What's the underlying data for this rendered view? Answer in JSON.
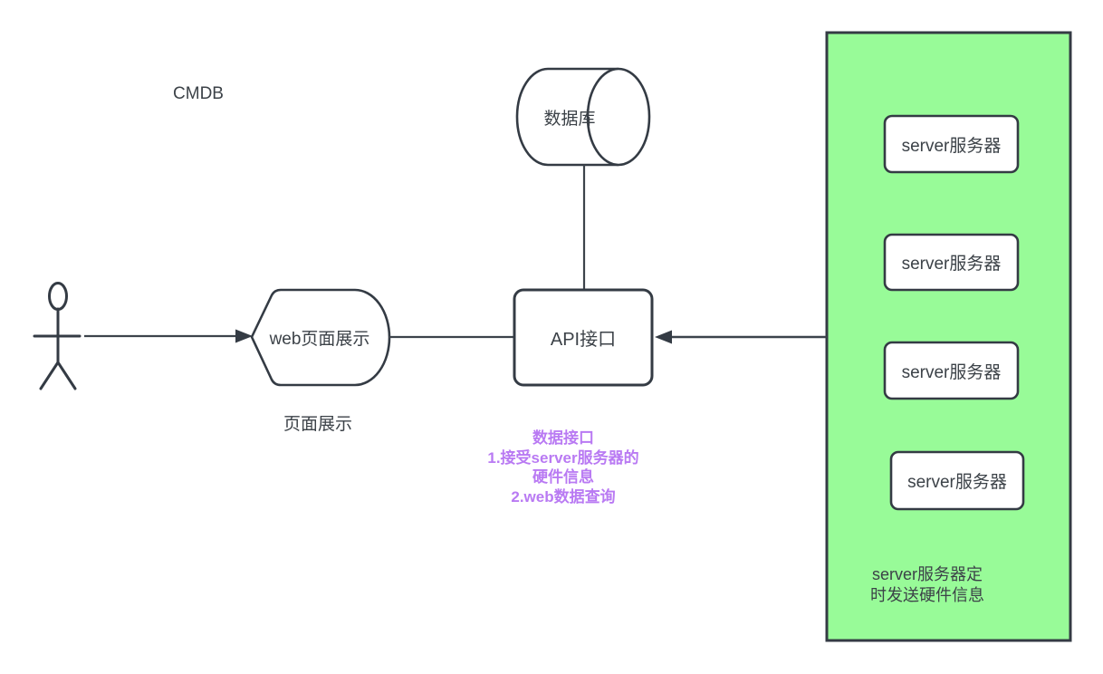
{
  "diagram": {
    "title": "CMDB",
    "actor": {
      "icon": "stick-figure-actor"
    },
    "web_display": {
      "label": "web页面展示",
      "caption": "页面展示"
    },
    "database": {
      "label": "数据库"
    },
    "api": {
      "label": "API接口"
    },
    "api_note": {
      "lines": {
        "0": "数据接口",
        "1": "1.接受server服务器的",
        "2": "硬件信息",
        "3": "2.web数据查询"
      }
    },
    "server_group": {
      "servers": {
        "0": "server服务器",
        "1": "server服务器",
        "2": "server服务器",
        "3": "server服务器"
      },
      "caption_line1": "server服务器定",
      "caption_line2": "时发送硬件信息"
    },
    "colors": {
      "stroke": "#343b44",
      "text": "#3c4248",
      "note_purple": "#b97af3",
      "group_green": "#98fb98",
      "shape_fill": "#ffffff"
    }
  }
}
